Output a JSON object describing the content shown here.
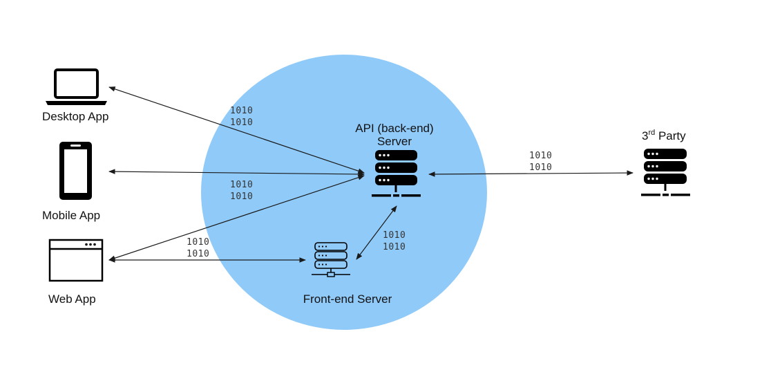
{
  "colors": {
    "zone_fill": "#90CAF9",
    "stroke": "#1a1a1a",
    "icon": "#000000"
  },
  "nodes": {
    "desktop": {
      "label": "Desktop App",
      "icon": "laptop-icon"
    },
    "mobile": {
      "label": "Mobile App",
      "icon": "phone-icon"
    },
    "web": {
      "label": "Web App",
      "icon": "browser-window-icon"
    },
    "api": {
      "label_line1": "API (back-end)",
      "label_line2": "Server",
      "icon": "server-rack-icon"
    },
    "frontend": {
      "label": "Front-end Server",
      "icon": "server-rack-outline-icon"
    },
    "third_party": {
      "label_base": "3",
      "label_sup": "rd",
      "label_rest": " Party",
      "icon": "server-rack-icon"
    }
  },
  "edges": {
    "desktop_api": {
      "bits1": "1010",
      "bits2": "1010"
    },
    "mobile_api": {
      "bits1": "1010",
      "bits2": "1010"
    },
    "web_frontend": {
      "bits1": "1010",
      "bits2": "1010"
    },
    "frontend_api": {
      "bits1": "1010",
      "bits2": "1010"
    },
    "api_third_party": {
      "bits1": "1010",
      "bits2": "1010"
    }
  }
}
